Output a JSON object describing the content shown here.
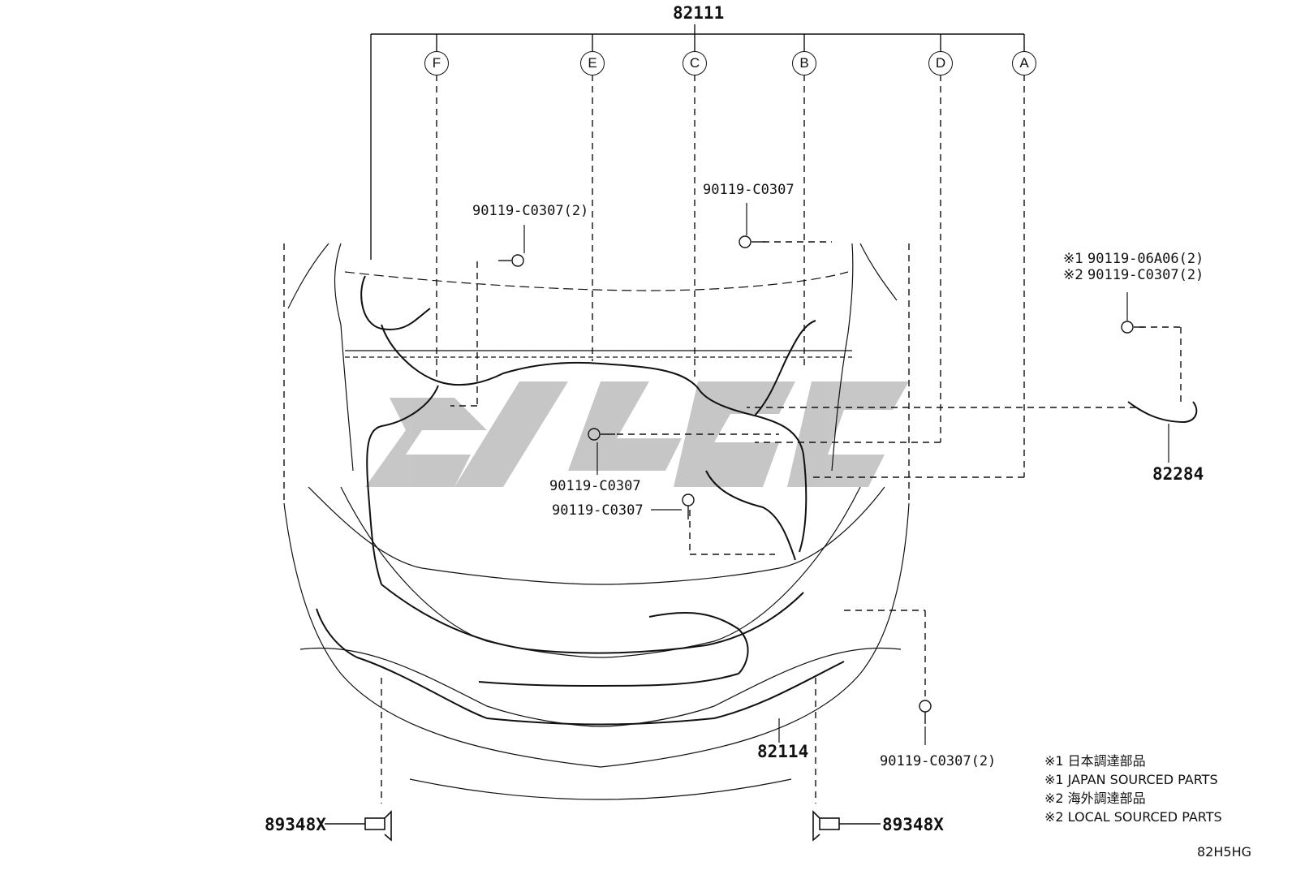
{
  "callouts": {
    "top": "82111",
    "conn_f": "F",
    "conn_e": "E",
    "conn_c": "C",
    "conn_b": "B",
    "conn_d": "D",
    "conn_a": "A",
    "bolt_left_top": "90119-C0307(2)",
    "bolt_center_top": "90119-C0307",
    "bolt_mid_1": "90119-C0307",
    "bolt_mid_2": "90119-C0307",
    "bolt_bottom_right": "90119-C0307(2)",
    "right_note_1_mark": "※1",
    "right_note_1": "90119-06A06(2)",
    "right_note_2_mark": "※2",
    "right_note_2": "90119-C0307(2)",
    "part_82284": "82284",
    "part_82114": "82114",
    "clip_left": "89348X",
    "clip_right": "89348X"
  },
  "legend": [
    "※1 日本調達部品",
    "※1 JAPAN SOURCED PARTS",
    "※2 海外調達部品",
    "※2 LOCAL SOURCED PARTS"
  ],
  "diagram_code": "82H5HG"
}
